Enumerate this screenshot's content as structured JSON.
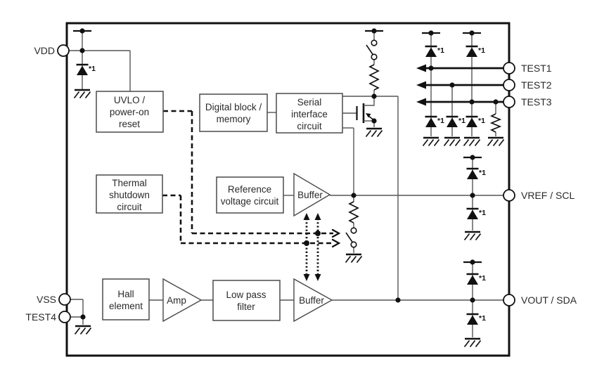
{
  "blocks": {
    "uvlo": {
      "lines": [
        "UVLO /",
        "power-on",
        "reset"
      ]
    },
    "digital": {
      "lines": [
        "Digital block /",
        "memory"
      ]
    },
    "serial": {
      "lines": [
        "Serial",
        "interface",
        "circuit"
      ]
    },
    "thermal": {
      "lines": [
        "Thermal",
        "shutdown",
        "circuit"
      ]
    },
    "reference": {
      "lines": [
        "Reference",
        "voltage circuit"
      ]
    },
    "hall": {
      "lines": [
        "Hall",
        "element"
      ]
    },
    "lpf": {
      "lines": [
        "Low pass",
        "filter"
      ]
    }
  },
  "amplifiers": {
    "amp": "Amp",
    "buffer_vref": "Buffer",
    "buffer_vout": "Buffer"
  },
  "pins": {
    "vdd": "VDD",
    "vss": "VSS",
    "test4": "TEST4",
    "test1": "TEST1",
    "test2": "TEST2",
    "test3": "TEST3",
    "vref_scl": "VREF / SCL",
    "vout_sda": "VOUT / SDA"
  },
  "annotations": {
    "diode_note": "*1"
  },
  "colors": {
    "ink": "#111111",
    "wire": "#555555",
    "box_stroke": "#4a4a4a",
    "background": "#ffffff"
  }
}
